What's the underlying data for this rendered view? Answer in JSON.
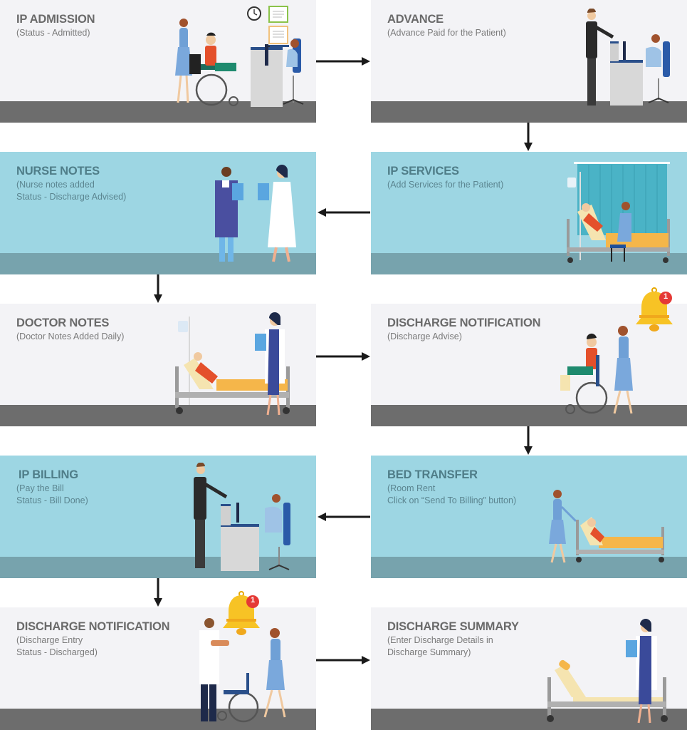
{
  "diagram": {
    "title": "In-Patient Workflow",
    "colors": {
      "panel_grey": "#f3f3f6",
      "panel_blue": "#9dd6e3",
      "floor_grey": "#6d6d6d",
      "floor_blue": "#77a3ad",
      "arrow": "#1a1a1a",
      "bell": "#f7c325",
      "badge": "#e53935"
    },
    "steps": [
      {
        "id": 1,
        "title": "IP ADMISSION",
        "lines": [
          "(Status - Admitted)"
        ],
        "illustration": "nurse-wheelchair-reception-icon"
      },
      {
        "id": 2,
        "title": "ADVANCE",
        "lines": [
          "(Advance Paid for the Patient)"
        ],
        "illustration": "payment-reception-desk-icon"
      },
      {
        "id": 3,
        "title": "IP SERVICES",
        "lines": [
          "(Add Services for the Patient)"
        ],
        "illustration": "nurse-bedside-care-icon"
      },
      {
        "id": 4,
        "title": "NURSE NOTES",
        "lines": [
          "(Nurse notes added",
          "Status - Discharge Advised)"
        ],
        "illustration": "doctors-clipboards-icon"
      },
      {
        "id": 5,
        "title": "DOCTOR NOTES",
        "lines": [
          "(Doctor Notes Added Daily)"
        ],
        "illustration": "doctor-patient-bed-icon"
      },
      {
        "id": 6,
        "title": "DISCHARGE NOTIFICATION",
        "lines": [
          "(Discharge Advise)"
        ],
        "illustration": "nurse-wheelchair-bell-icon",
        "badge": "1"
      },
      {
        "id": 7,
        "title": "BED TRANSFER",
        "lines": [
          "(Room Rent",
          "Click on “Send To Billing” button)"
        ],
        "illustration": "nurse-pushing-bed-icon"
      },
      {
        "id": 8,
        "title": "IP BILLING",
        "lines": [
          "(Pay the Bill",
          "Status - Bill Done)"
        ],
        "illustration": "billing-desk-icon"
      },
      {
        "id": 9,
        "title": "DISCHARGE NOTIFICATION",
        "lines": [
          "(Discharge Entry",
          "Status - Discharged)"
        ],
        "illustration": "doctor-nurse-wheelchair-bell-icon",
        "badge": "1"
      },
      {
        "id": 10,
        "title": "DISCHARGE SUMMARY",
        "lines": [
          "(Enter Discharge Details in",
          "Discharge Summary)"
        ],
        "illustration": "doctor-empty-bed-icon"
      }
    ],
    "flow": [
      {
        "from": 1,
        "to": 2,
        "direction": "right"
      },
      {
        "from": 2,
        "to": 3,
        "direction": "down"
      },
      {
        "from": 3,
        "to": 4,
        "direction": "left"
      },
      {
        "from": 4,
        "to": 5,
        "direction": "down"
      },
      {
        "from": 5,
        "to": 6,
        "direction": "right"
      },
      {
        "from": 6,
        "to": 7,
        "direction": "down"
      },
      {
        "from": 7,
        "to": 8,
        "direction": "left"
      },
      {
        "from": 8,
        "to": 9,
        "direction": "down"
      },
      {
        "from": 9,
        "to": 10,
        "direction": "right"
      }
    ]
  }
}
